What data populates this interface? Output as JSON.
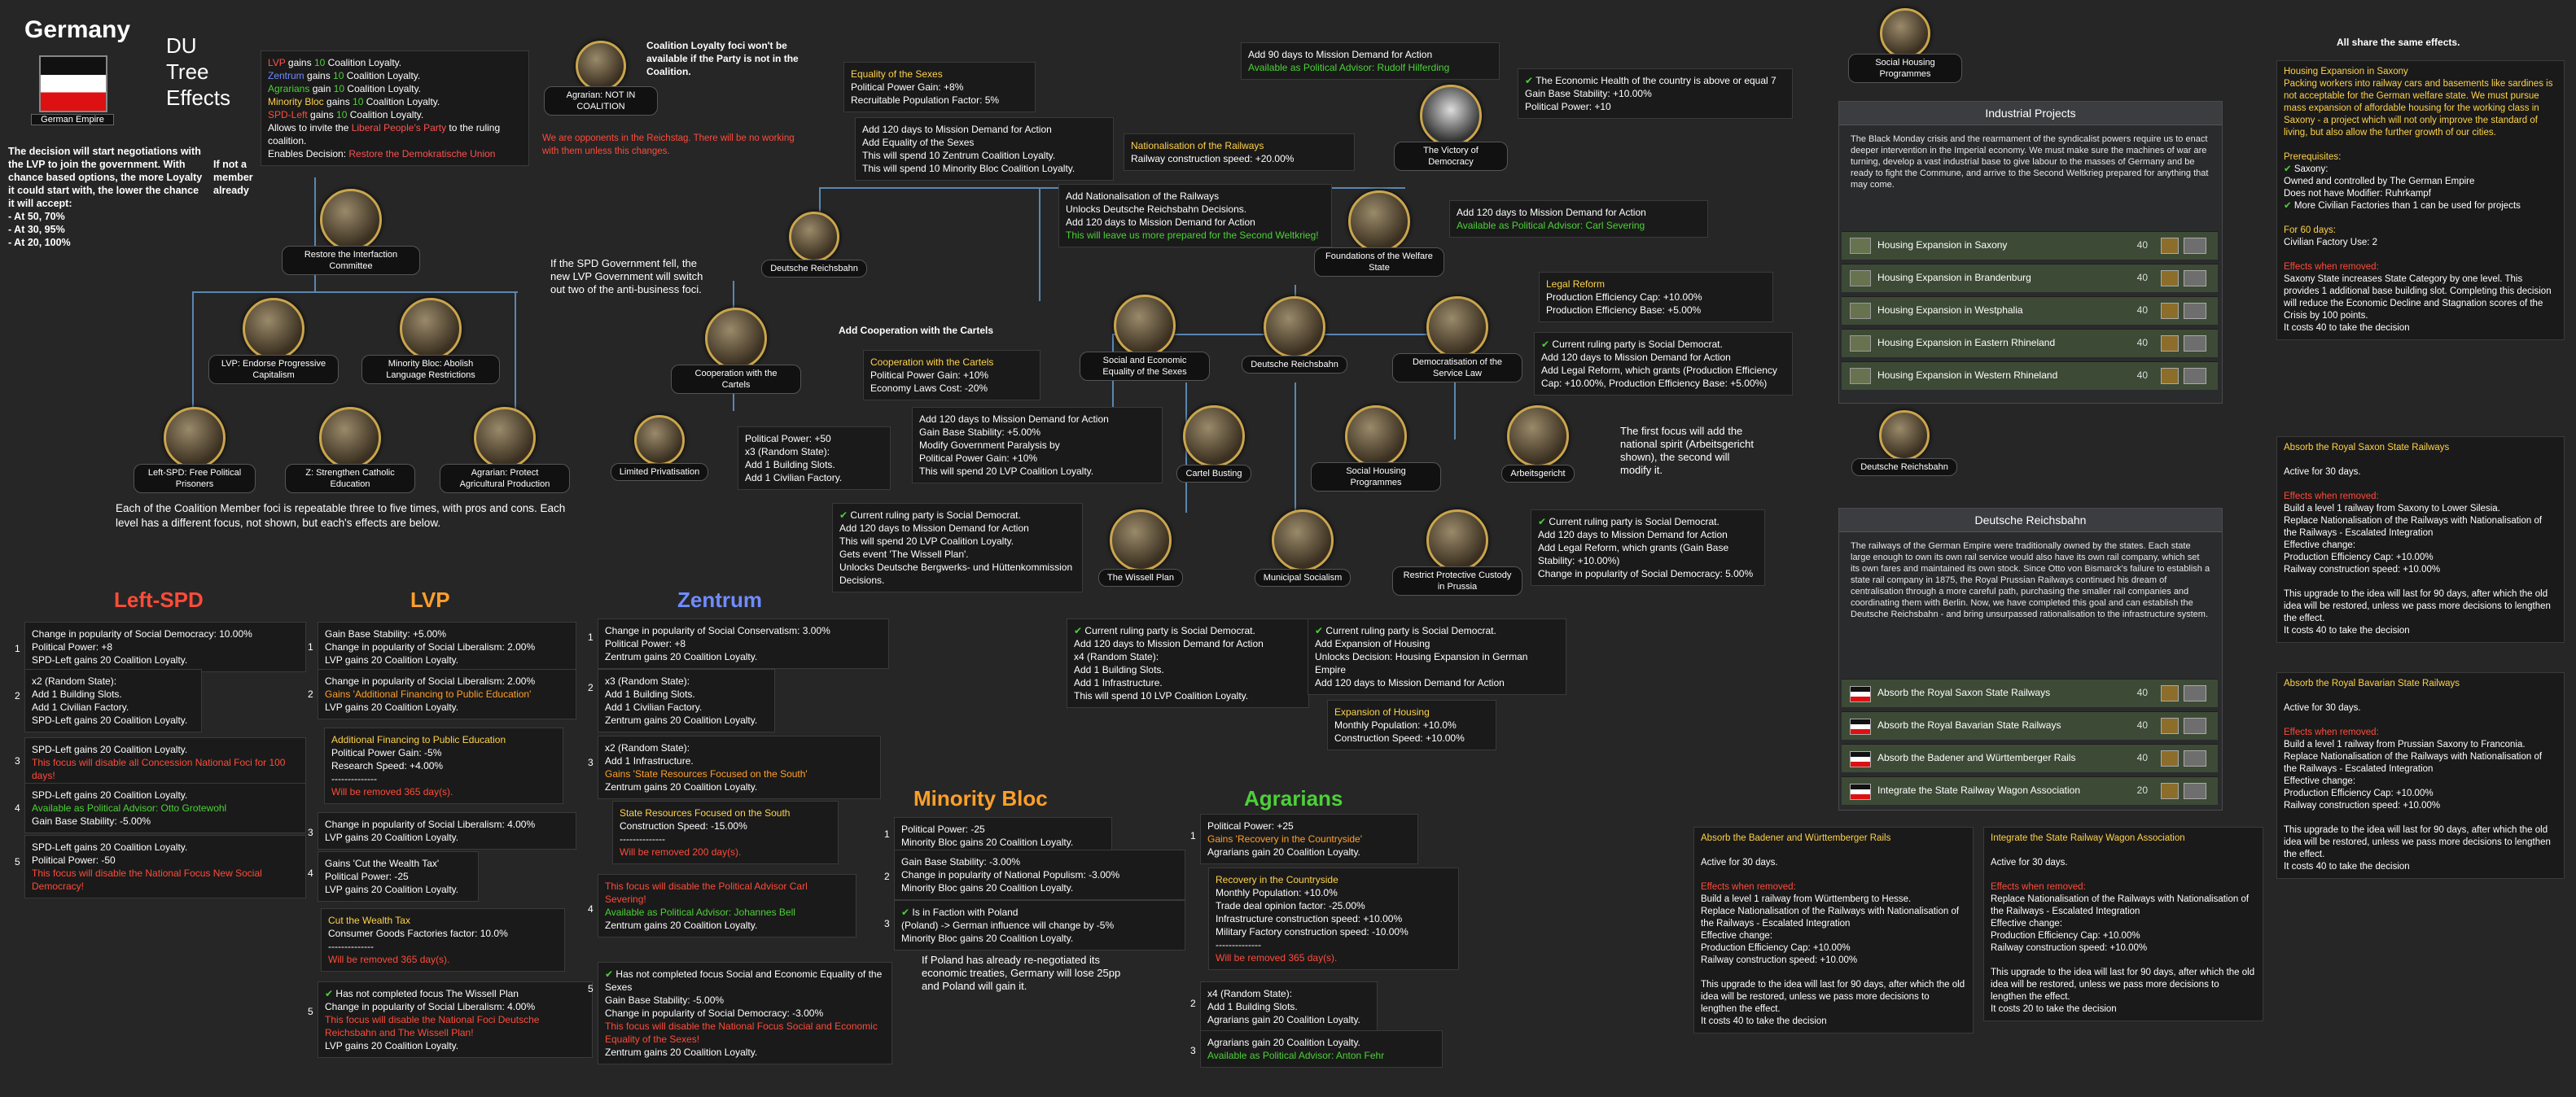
{
  "header": {
    "country": "Germany",
    "title_lines": [
      "DU",
      "Tree",
      "Effects"
    ],
    "flag_caption": "German Empire",
    "intro": "The decision will start negotiations with the LVP to join the government. With chance based options, the more Loyalty it could start with, the lower the chance it will accept:",
    "odds": [
      "- At 50, 70%",
      "- At 30, 95%",
      "- At 20, 100%"
    ],
    "if_not_member": "If not a member already"
  },
  "coalition_box": {
    "l1a": "LVP",
    "l1b": " gains ",
    "l1c": "10",
    "l1d": " Coalition Loyalty.",
    "l2a": "Zentrum",
    "l2b": " gains ",
    "l2c": "10",
    "l2d": " Coalition Loyalty.",
    "l3a": "Agrarians",
    "l3b": " gain ",
    "l3c": "10",
    "l3d": " Coalition Loyalty.",
    "l4a": "Minority Bloc",
    "l4b": " gains ",
    "l4c": "10",
    "l4d": " Coalition Loyalty.",
    "l5a": "SPD-Left",
    "l5b": " gains ",
    "l5c": "10",
    "l5d": " Coalition Loyalty.",
    "l6a": "Allows to invite the ",
    "l6b": "Liberal People's Party",
    "l6c": " to the ruling coalition.",
    "l7a": "Enables Decision: ",
    "l7b": "Restore the Demokratische Union"
  },
  "agrarian_note": {
    "focus_label": "Agrarian: NOT IN COALITION",
    "top": "Coalition Loyalty foci won't be available if the Party is not in the Coalition.",
    "red": "We are opponents in the Reichstag. There will be no working with them unless this changes."
  },
  "focuses": {
    "restore": "Restore the Interfaction Committee",
    "lvp": "LVP: Endorse Progressive Capitalism",
    "minority": "Minority Bloc: Abolish Language Restrictions",
    "leftspd": "Left-SPD: Free Political Prisoners",
    "zentrum": "Z: Strengthen Catholic Education",
    "agrarian": "Agrarian: Protect Agricultural Production",
    "dr_left": "Deutsche Reichsbahn",
    "coop": "Cooperation with the Cartels",
    "priv": "Limited Privatisation",
    "social_eq": "Social and Economic Equality of the Sexes",
    "dr_mid": "Deutsche Reichsbahn",
    "welfare": "Foundations of the Welfare State",
    "democ": "Democratisation of the Service Law",
    "victory": "The Victory of Democracy",
    "cartel": "Cartel Busting",
    "housing": "Social Housing Programmes",
    "arbeit": "Arbeitsgericht",
    "wissell": "The Wissell Plan",
    "municipal": "Municipal Socialism",
    "restrict": "Restrict Protective Custody in Prussia",
    "housing_right": "Social Housing Programmes",
    "dr_right": "Deutsche Reichsbahn"
  },
  "spd_note": "If the SPD Government fell, the new LVP Government will switch out two of the anti-business foci.",
  "coop_add": "Add Cooperation with the Cartels",
  "sexes_tip": {
    "title": "Equality of the Sexes",
    "l1": "Political Power Gain: +8%",
    "l2": "Recruitable Population Factor: 5%"
  },
  "demand1": {
    "l1": "Add 120 days to Mission Demand for Action",
    "l2": "Add Equality of the Sexes",
    "l3": "This will spend 10 Zentrum Coalition Loyalty.",
    "l4": "This will spend 10 Minority Bloc Coalition Loyalty."
  },
  "rail_nat": {
    "title": "Nationalisation of the Railways",
    "l1": "Railway construction speed: +20.00%"
  },
  "mission_top": {
    "l1": "Add 90 days to Mission Demand for Action",
    "l2": "Available as Political Advisor: Rudolf Hilferding"
  },
  "econ_health": {
    "l1": "The Economic Health of the country is above or equal 7",
    "l2": "Gain Base Stability: +10.00%",
    "l3": "Political Power: +10"
  },
  "add_nat": {
    "l1": "Add Nationalisation of the Railways",
    "l2": "Unlocks Deutsche Reichsbahn Decisions.",
    "l3": "Add 120 days to Mission Demand for Action",
    "l4": "This will leave us more prepared for the Second Weltkrieg!"
  },
  "welfare_mission": {
    "l1": "Add 120 days to Mission Demand for Action",
    "l2": "Available as Political Advisor: Carl Severing"
  },
  "coop_tip": {
    "title": "Cooperation with the Cartels",
    "l1": "Political Power Gain: +10%",
    "l2": "Economy Laws Cost: -20%"
  },
  "legal_tip": {
    "title": "Legal Reform",
    "l1": "Production Efficiency Cap: +10.00%",
    "l2": "Production Efficiency Base: +5.00%"
  },
  "legal_add": {
    "l1": "Current ruling party is Social Democrat.",
    "l2": "Add 120 days to Mission Demand for Action",
    "l3": "Add Legal Reform, which grants (Production Efficiency Cap: +10.00%, Production Efficiency Base: +5.00%)"
  },
  "priv_box": {
    "l1": "Political Power: +50",
    "l2": "x3 (Random State):",
    "l3": "Add 1 Building Slots.",
    "l4": "Add 1 Civilian Factory."
  },
  "cartel_box": {
    "l1": "Add 120 days to Mission Demand for Action",
    "l2": "Gain Base Stability: +5.00%",
    "l3": "Modify Government Paralysis by",
    "l4": "Political Power Gain: +10%",
    "l5": "This will spend 20 LVP Coalition Loyalty."
  },
  "arbeit_note": "The first focus will add the national spirit (Arbeitsgericht shown), the second will modify it.",
  "wissell_box": {
    "l1": "Current ruling party is Social Democrat.",
    "l2": "Add 120 days to Mission Demand for Action",
    "l3": "This will spend 20 LVP Coalition Loyalty.",
    "l4": "Gets event 'The Wissell Plan'.",
    "l5": "Unlocks Deutsche Bergwerks- und Hüttenkommission Decisions."
  },
  "restrict_box": {
    "l1": "Current ruling party is Social Democrat.",
    "l2": "Add 120 days to Mission Demand for Action",
    "l3": "Add Legal Reform, which grants (Gain Base Stability: +10.00%)",
    "l4": "Change in popularity of Social Democracy: 5.00%"
  },
  "municipal_box": {
    "l1": "Current ruling party is Social Democrat.",
    "l2": "Add 120 days to Mission Demand for Action",
    "l3": "x4 (Random State):",
    "l4": "Add 1 Building Slots.",
    "l5": "Add 1 Infrastructure.",
    "l6": "This will spend 10 LVP Coalition Loyalty."
  },
  "housing_box": {
    "l1": "Current ruling party is Social Democrat.",
    "l2": "Add Expansion of Housing",
    "l3": "Unlocks Decision: Housing Expansion in German Empire",
    "l4": "Add 120 days to Mission Demand for Action"
  },
  "housing_tip": {
    "title": "Expansion of Housing",
    "l1": "Monthly Population: +10.0%",
    "l2": "Construction Speed: +10.00%"
  },
  "repeat_note": "Each of the Coalition Member foci is repeatable three to five times, with pros and cons. Each level has a different focus, not shown, but each's effects are below.",
  "parties": {
    "leftspd": "Left-SPD",
    "lvp": "LVP",
    "zentrum": "Zentrum",
    "minority": "Minority Bloc",
    "agrarians": "Agrarians"
  },
  "leftspd_items": [
    [
      "Change in popularity of Social Democracy: 10.00%",
      "Political Power: +8",
      "SPD-Left gains 20 Coalition Loyalty."
    ],
    [
      "x2 (Random State):",
      "Add 1 Building Slots.",
      "Add 1 Civilian Factory.",
      "SPD-Left gains 20 Coalition Loyalty."
    ],
    [
      "SPD-Left gains 20 Coalition Loyalty.",
      "This focus will disable all Concession National Foci for 100 days!"
    ],
    [
      "SPD-Left gains 20 Coalition Loyalty.",
      "Available as Political Advisor: Otto Grotewohl",
      "Gain Base Stability: -5.00%"
    ],
    [
      "SPD-Left gains 20 Coalition Loyalty.",
      "Political Power: -50",
      "This focus will disable the National Focus New Social Democracy!"
    ]
  ],
  "lvp_items": {
    "i1": [
      "Gain Base Stability: +5.00%",
      "Change in popularity of Social Liberalism: 2.00%",
      "LVP gains 20 Coalition Loyalty."
    ],
    "i2": [
      "Change in popularity of Social Liberalism: 2.00%",
      "Gains 'Additional Financing to Public Education'",
      "LVP gains 20 Coalition Loyalty."
    ],
    "fin": [
      "Additional Financing to Public Education",
      "Political Power Gain: -5%",
      "Research Speed: +4.00%",
      "--------------",
      "Will be removed 365 day(s)."
    ],
    "i3": [
      "Change in popularity of Social Liberalism: 4.00%",
      "LVP gains 20 Coalition Loyalty."
    ],
    "i4": [
      "Gains 'Cut the Wealth Tax'",
      "Political Power: -25",
      "LVP gains 20 Coalition Loyalty."
    ],
    "cut": [
      "Cut the Wealth Tax",
      "Consumer Goods Factories factor: 10.0%",
      "--------------",
      "Will be removed 365 day(s)."
    ],
    "i5": [
      "Has not completed focus The Wissell Plan",
      "Change in popularity of Social Liberalism: 4.00%",
      "This focus will disable the National Foci Deutsche Reichsbahn and The Wissell Plan!",
      "LVP gains 20 Coalition Loyalty."
    ]
  },
  "zentrum_items": {
    "i1": [
      "Change in popularity of Social Conservatism: 3.00%",
      "Political Power: +8",
      "Zentrum gains 20 Coalition Loyalty."
    ],
    "i2": [
      "x3 (Random State):",
      "Add 1 Building Slots.",
      "Add 1 Civilian Factory.",
      "Zentrum gains 20 Coalition Loyalty."
    ],
    "i3": [
      "x2 (Random State):",
      "Add 1 Infrastructure.",
      "Gains 'State Resources Focused on the South'",
      "Zentrum gains 20 Coalition Loyalty."
    ],
    "south": [
      "State Resources Focused on the South",
      "Construction Speed: -15.00%",
      "--------------",
      "Will be removed 200 day(s)."
    ],
    "i4": [
      "This focus will disable the Political Advisor Carl Severing!",
      "Available as Political Advisor: Johannes Bell",
      "Zentrum gains 20 Coalition Loyalty."
    ],
    "i5": [
      "Has not completed focus Social and Economic Equality of the Sexes",
      "Gain Base Stability: -5.00%",
      "Change in popularity of Social Democracy: -3.00%",
      "This focus will disable the National Focus Social and Economic Equality of the Sexes!",
      "Zentrum gains 20 Coalition Loyalty."
    ]
  },
  "minority_items": {
    "i1": [
      "Political Power: -25",
      "Minority Bloc gains 20 Coalition Loyalty."
    ],
    "i2": [
      "Gain Base Stability: -3.00%",
      "Change in popularity of National Populism: -3.00%",
      "Minority Bloc gains 20 Coalition Loyalty."
    ],
    "i3": [
      "Is in Faction with Poland",
      "(Poland) -> German influence will change by -5%",
      "Minority Bloc gains 20 Coalition Loyalty."
    ],
    "note": "If Poland has already re-negotiated its economic treaties, Germany will lose 25pp and Poland will gain it."
  },
  "agrarian_items": {
    "i1": [
      "Political Power: +25",
      "Gains 'Recovery in the Countryside'",
      "Agrarians gain 20 Coalition Loyalty."
    ],
    "recovery": [
      "Recovery in the Countryside",
      "Monthly Population: +10.0%",
      "Trade deal opinion factor: -25.00%",
      "Infrastructure construction speed: +10.00%",
      "Military Factory construction speed: -10.00%",
      "--------------",
      "Will be removed 365 day(s)."
    ],
    "i2": [
      "x4 (Random State):",
      "Add 1 Building Slots.",
      "Agrarians gain 20 Coalition Loyalty."
    ],
    "i3": [
      "Agrarians gain 20 Coalition Loyalty.",
      "Available as Political Advisor: Anton Fehr"
    ]
  },
  "industrial": {
    "focus": "Social Housing Programmes",
    "title": "Industrial Projects",
    "text": "The Black Monday crisis and the rearmament of the syndicalist powers require us to enact deeper intervention in the Imperial economy. We must make sure the machines of war are turning, develop a vast industrial base to give labour to the masses of Germany and be ready to fight the Commune, and arrive to the Second Weltkrieg prepared for anything that may come.",
    "rows": [
      {
        "name": "Housing Expansion in Saxony",
        "cost": "40"
      },
      {
        "name": "Housing Expansion in Brandenburg",
        "cost": "40"
      },
      {
        "name": "Housing Expansion in Westphalia",
        "cost": "40"
      },
      {
        "name": "Housing Expansion in Eastern Rhineland",
        "cost": "40"
      },
      {
        "name": "Housing Expansion in Western Rhineland",
        "cost": "40"
      }
    ]
  },
  "same_effects": "All share the same effects.",
  "saxony_tip": {
    "title": "Housing Expansion in Saxony",
    "desc": "Packing workers into railway cars and basements like sardines is not acceptable for the German welfare state. We must pursue mass expansion of affordable housing for the working class in Saxony - a project which will not only improve the standard of living, but also allow the further growth of our cities.",
    "pre": "Prerequisites:",
    "p1": "Saxony:",
    "p2": "Owned and controlled by The German Empire",
    "p3": "Does not have Modifier: Ruhrkampf",
    "p4": "More Civilian Factories than 1 can be used for projects",
    "days": "For 60 days:",
    "civ": "Civilian Factory Use: 2",
    "removed": "Effects when removed:",
    "e1": "Saxony State increases State Category by one level. This provides 1 additional base building slot. Completing this decision will reduce the Economic Decline and Stagnation scores of the Crisis by 100 points.",
    "cost": "It costs 40 to take the decision"
  },
  "reichsbahn": {
    "title": "Deutsche Reichsbahn",
    "text": "The railways of the German Empire were traditionally owned by the states. Each state large enough to own its own rail service would also have its own rail company, which set its own fares and maintained its own stock. Since Otto von Bismarck's failure to establish a state rail company in 1875, the Royal Prussian Railways continued his dream of centralisation through a more careful path, purchasing the smaller rail companies and coordinating them with Berlin. Now, we have completed this goal and can establish the Deutsche Reichsbahn - and bring unsurpassed rationalisation to the infrastructure system.",
    "rows": [
      {
        "name": "Absorb the Royal Saxon State Railways",
        "cost": "40"
      },
      {
        "name": "Absorb the Royal Bavarian State Railways",
        "cost": "40"
      },
      {
        "name": "Absorb the Badener and Württemberger Rails",
        "cost": "40"
      },
      {
        "name": "Integrate the State Railway Wagon Association",
        "cost": "20"
      }
    ]
  },
  "rail_tips": [
    {
      "title": "Absorb the Royal Saxon State Railways",
      "l1": "Active for 30 days.",
      "l2": "Effects when removed:",
      "l3": "Build a level 1 railway from Saxony to Lower Silesia.",
      "l4": "Replace Nationalisation of the Railways with Nationalisation of the Railways - Escalated Integration",
      "l5": "Effective change:",
      "l6": "Production Efficiency Cap: +10.00%",
      "l7": "Railway construction speed: +10.00%",
      "l8": "This upgrade to the idea will last for 90 days, after which the old idea will be restored, unless we pass more decisions to lengthen the effect.",
      "l9": "It costs 40 to take the decision"
    },
    {
      "title": "Absorb the Royal Bavarian State Railways",
      "l1": "Active for 30 days.",
      "l2": "Effects when removed:",
      "l3": "Build a level 1 railway from Prussian Saxony to Franconia.",
      "l4": "Replace Nationalisation of the Railways with Nationalisation of the Railways - Escalated Integration",
      "l5": "Effective change:",
      "l6": "Production Efficiency Cap: +10.00%",
      "l7": "Railway construction speed: +10.00%",
      "l8": "This upgrade to the idea will last for 90 days, after which the old idea will be restored, unless we pass more decisions to lengthen the effect.",
      "l9": "It costs 40 to take the decision"
    },
    {
      "title": "Absorb the Badener and Württemberger Rails",
      "l1": "Active for 30 days.",
      "l2": "Effects when removed:",
      "l3": "Build a level 1 railway from Württemberg to Hesse.",
      "l4": "Replace Nationalisation of the Railways with Nationalisation of the Railways - Escalated Integration",
      "l5": "Effective change:",
      "l6": "Production Efficiency Cap: +10.00%",
      "l7": "Railway construction speed: +10.00%",
      "l8": "This upgrade to the idea will last for 90 days, after which the old idea will be restored, unless we pass more decisions to lengthen the effect.",
      "l9": "It costs 40 to take the decision"
    },
    {
      "title": "Integrate the State Railway Wagon Association",
      "l1": "Active for 30 days.",
      "l2": "Effects when removed:",
      "l3": "Replace Nationalisation of the Railways with Nationalisation of the Railways - Escalated Integration",
      "l4": "Effective change:",
      "l5": "Production Efficiency Cap: +10.00%",
      "l6": "Railway construction speed: +10.00%",
      "l7": "This upgrade to the idea will last for 90 days, after which the old idea will be restored, unless we pass more decisions to lengthen the effect.",
      "l8": "It costs 20 to take the decision"
    }
  ]
}
